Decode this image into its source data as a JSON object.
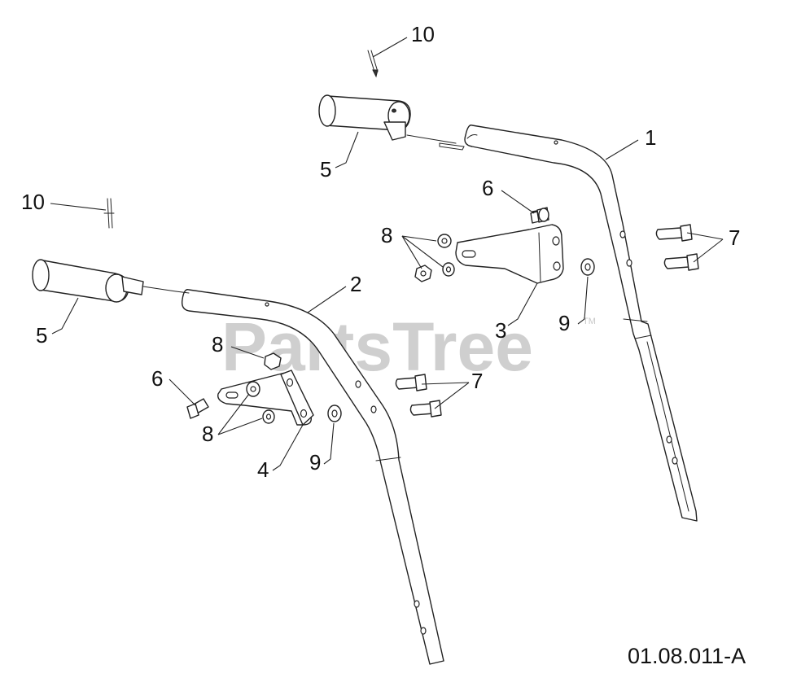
{
  "diagram": {
    "watermark": "PartsTree",
    "watermark_tm": "TM",
    "drawing_code": "01.08.011-A",
    "callouts": {
      "c1": "1",
      "c2": "2",
      "c3": "3",
      "c4": "4",
      "c5a": "5",
      "c5b": "5",
      "c6a": "6",
      "c6b": "6",
      "c7a": "7",
      "c7b": "7",
      "c8a": "8",
      "c8b": "8",
      "c8c": "8",
      "c9a": "9",
      "c9b": "9",
      "c10a": "10",
      "c10b": "10"
    }
  }
}
